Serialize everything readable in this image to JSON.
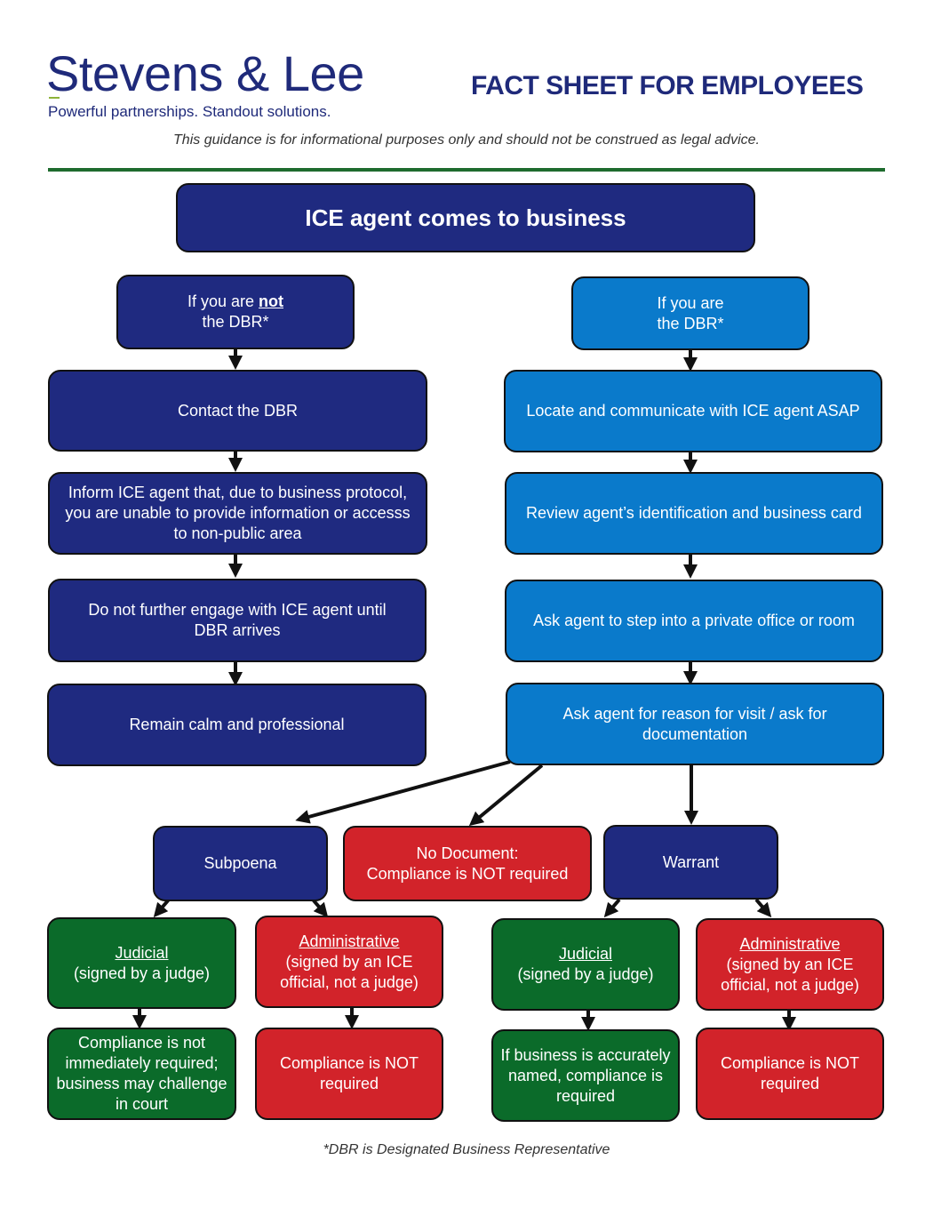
{
  "header": {
    "logo_name": "Stevens & Lee",
    "logo_tagline": "Powerful partnerships. Standout solutions.",
    "title": "FACT SHEET FOR EMPLOYEES",
    "disclaimer": "This guidance is for informational purposes only and should not be construed as legal advice."
  },
  "colors": {
    "navy": "#1f2a80",
    "blue": "#0a7acb",
    "green": "#0b6b2a",
    "red": "#d2232a",
    "rule": "#1e6b2e"
  },
  "flow": {
    "start": "ICE agent comes to business",
    "left_branch": {
      "head_pre": "If you are",
      "head_emph": "not",
      "head_post": "the DBR*",
      "steps": [
        "Contact the DBR",
        "Inform ICE agent that, due to business protocol, you are unable to provide information or accesss to non-public area",
        "Do not further engage with ICE agent until DBR arrives",
        "Remain calm and professional"
      ]
    },
    "right_branch": {
      "head_line1": "If you are",
      "head_line2": "the DBR*",
      "steps": [
        "Locate and communicate with ICE agent ASAP",
        "Review agent’s identification and business card",
        "Ask agent to step into a private office or room",
        "Ask agent for reason for visit / ask for documentation"
      ]
    },
    "subpoena": {
      "label": "Subpoena",
      "judicial_title": "Judicial",
      "judicial_desc": "(signed by a judge)",
      "judicial_result": "Compliance is not immediately required; business may challenge in court",
      "admin_title": "Administrative",
      "admin_desc": "(signed by an ICE official, not a judge)",
      "admin_result": "Compliance is NOT required"
    },
    "no_document": {
      "line1": "No Document:",
      "line2": "Compliance is NOT required"
    },
    "warrant": {
      "label": "Warrant",
      "judicial_title": "Judicial",
      "judicial_desc": "(signed by a judge)",
      "judicial_result": "If business is accurately named, compliance is required",
      "admin_title": "Administrative",
      "admin_desc": "(signed by an ICE official, not a judge)",
      "admin_result": "Compliance is NOT required"
    }
  },
  "footnote": "*DBR is Designated Business Representative"
}
